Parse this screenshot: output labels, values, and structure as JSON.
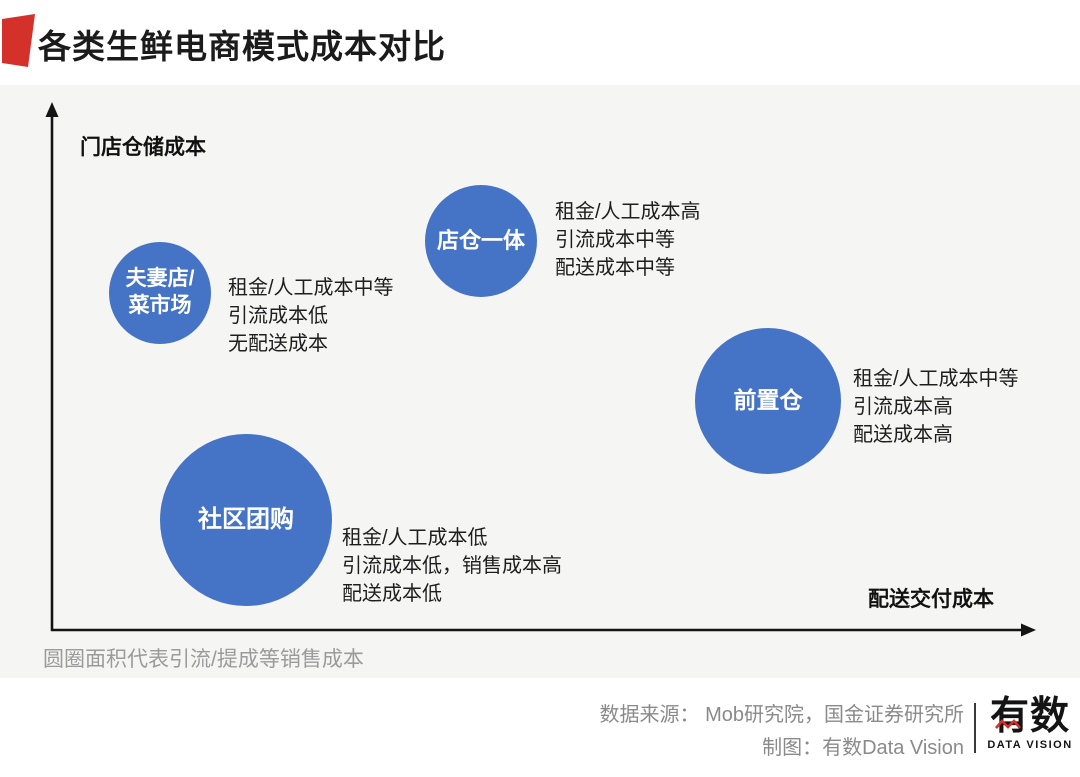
{
  "page": {
    "title": "各类生鲜电商模式成本对比"
  },
  "colors": {
    "accent_red": "#d3312a",
    "bubble_blue": "#4573c5",
    "panel_bg": "#f5f5f4",
    "note_gray": "#9b9b9b",
    "footer_gray": "#8a8a8a"
  },
  "chart_data": {
    "type": "scatter",
    "title": "各类生鲜电商模式成本对比",
    "xlabel": "配送交付成本",
    "ylabel": "门店仓储成本",
    "size_note": "圆圈面积代表引流/提成等销售成本",
    "axis_style": "qualitative axes with arrowheads, no ticks, no grid",
    "bubble_color": "#4573c5",
    "points": [
      {
        "label": "夫妻店/菜市场",
        "label_lines": [
          "夫妻店/",
          "菜市场"
        ],
        "x_rel": 0.11,
        "y_rel": 0.65,
        "radius_px": 51,
        "annotation": [
          "租金/人工成本中等",
          "引流成本低",
          "无配送成本"
        ]
      },
      {
        "label": "店仓一体",
        "label_lines": [
          "店仓一体"
        ],
        "x_rel": 0.44,
        "y_rel": 0.75,
        "radius_px": 56,
        "annotation": [
          "租金/人工成本高",
          "引流成本中等",
          "配送成本中等"
        ]
      },
      {
        "label": "前置仓",
        "label_lines": [
          "前置仓"
        ],
        "x_rel": 0.74,
        "y_rel": 0.44,
        "radius_px": 73,
        "annotation": [
          "租金/人工成本中等",
          "引流成本高",
          "配送成本高"
        ]
      },
      {
        "label": "社区团购",
        "label_lines": [
          "社区团购"
        ],
        "x_rel": 0.2,
        "y_rel": 0.21,
        "radius_px": 86,
        "annotation": [
          "租金/人工成本低",
          "引流成本低，销售成本高",
          "配送成本低"
        ]
      }
    ]
  },
  "footer": {
    "source": "数据来源： Mob研究院，国金证券研究所",
    "credit": "制图：有数Data Vision",
    "logo_cn": "有数",
    "logo_en": "DATA VISION"
  }
}
